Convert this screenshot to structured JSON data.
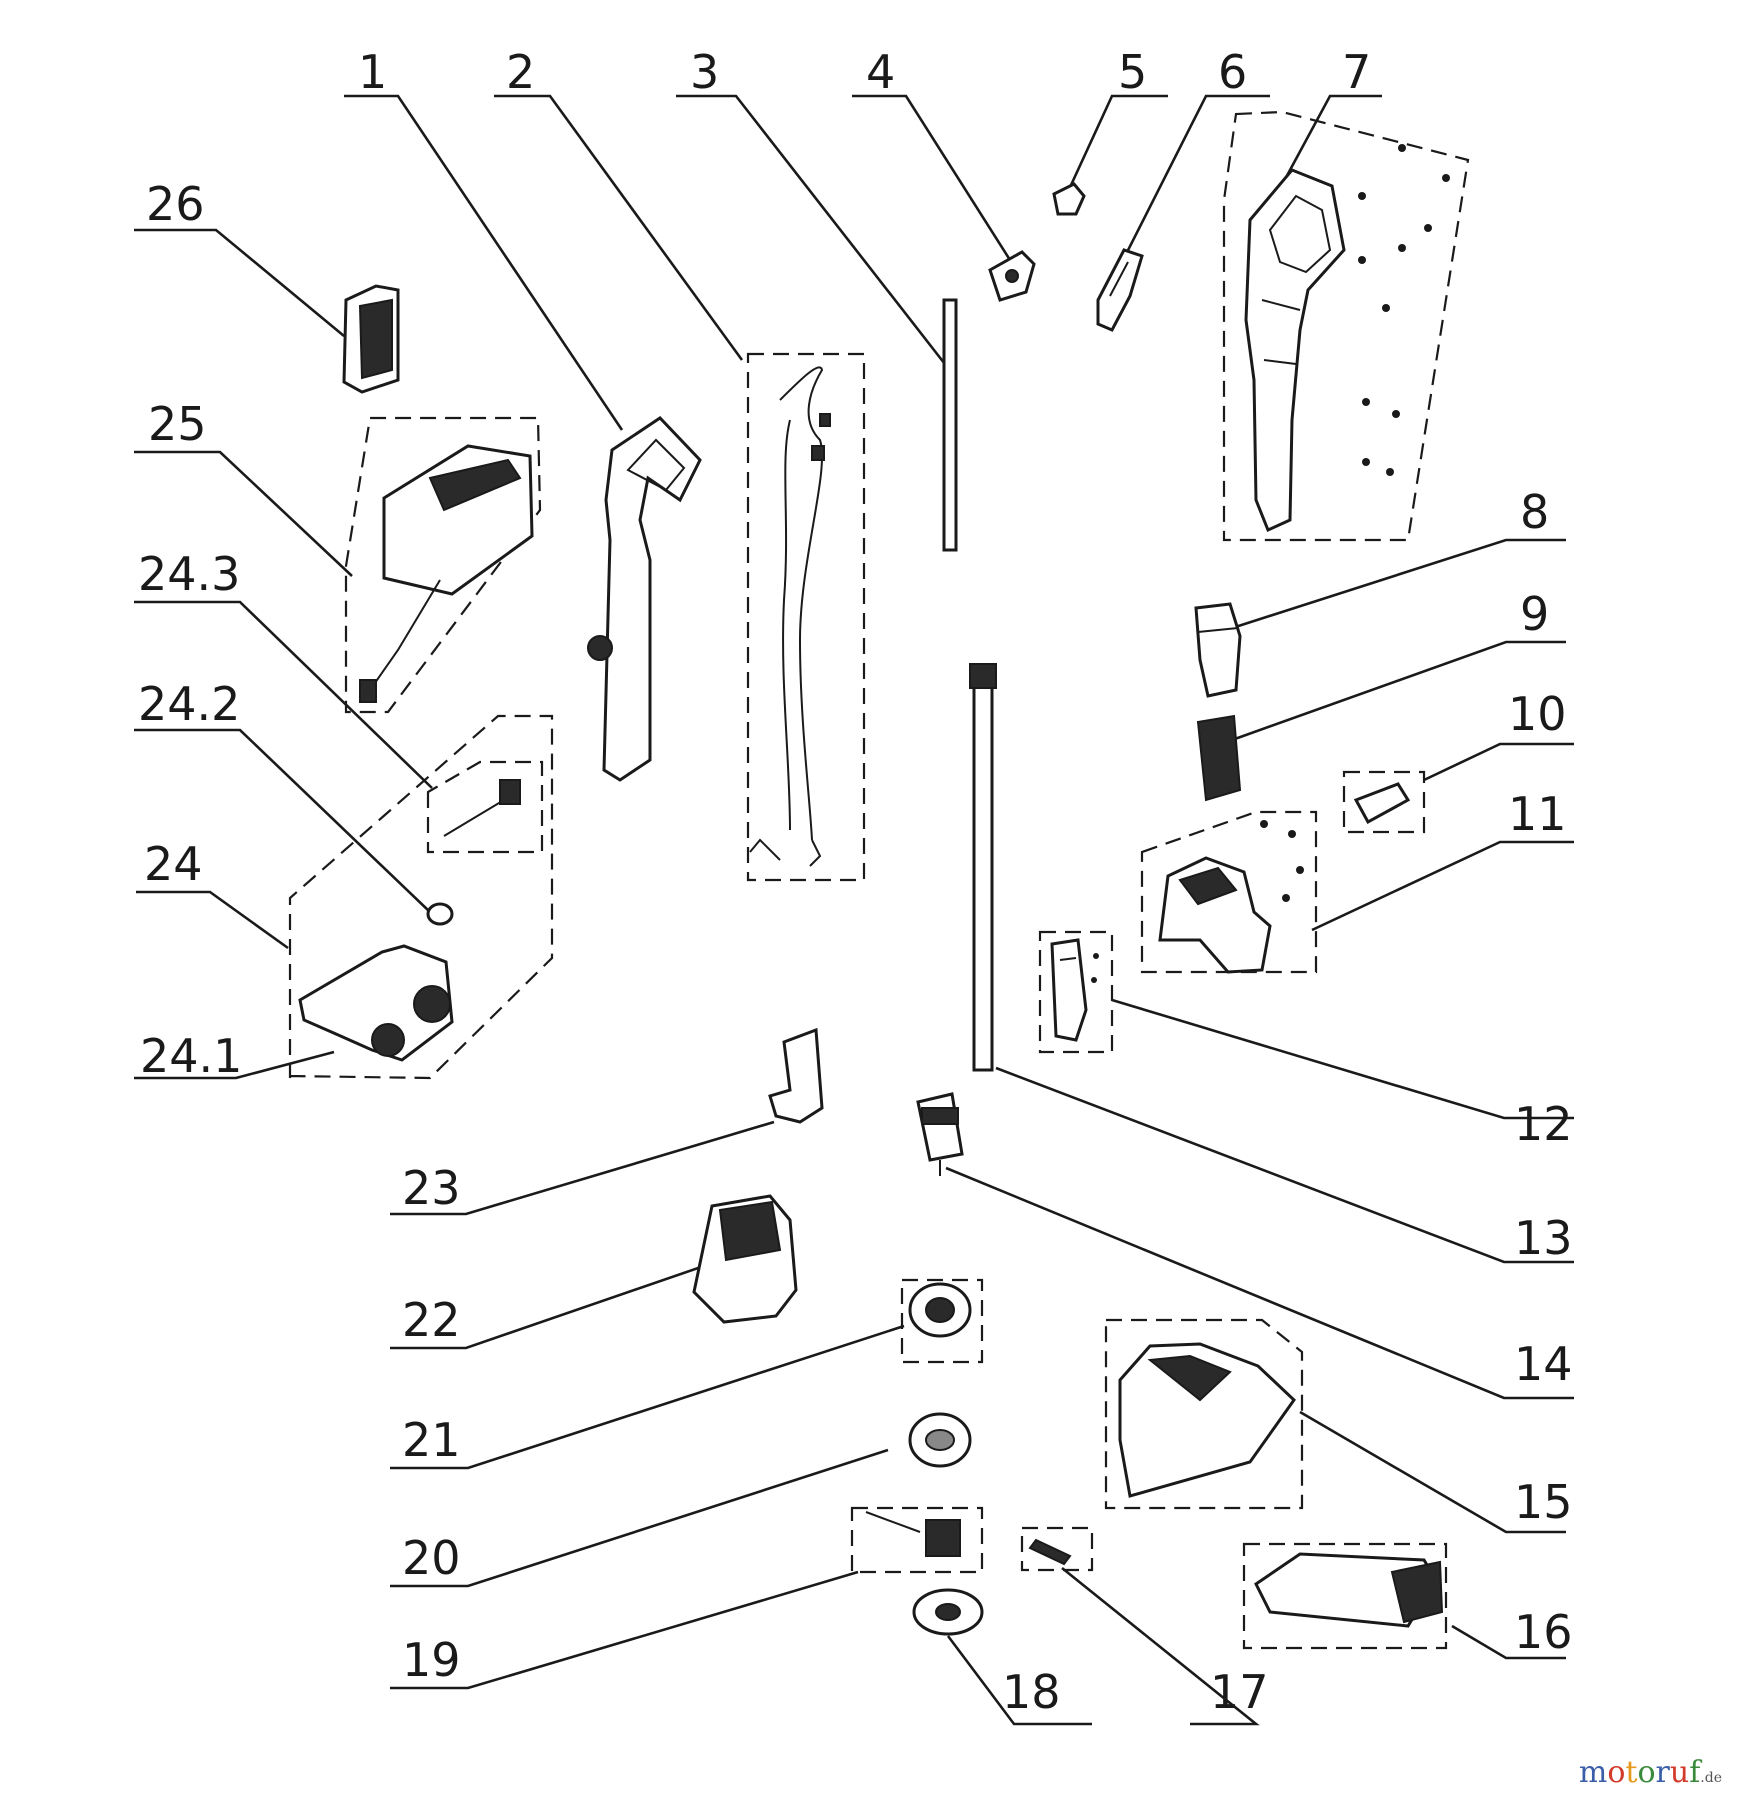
{
  "labels": {
    "p1": "1",
    "p2": "2",
    "p3": "3",
    "p4": "4",
    "p5": "5",
    "p6": "6",
    "p7": "7",
    "p8": "8",
    "p9": "9",
    "p10": "10",
    "p11": "11",
    "p12": "12",
    "p13": "13",
    "p14": "14",
    "p15": "15",
    "p16": "16",
    "p17": "17",
    "p18": "18",
    "p19": "19",
    "p20": "20",
    "p21": "21",
    "p22": "22",
    "p23": "23",
    "p24": "24",
    "p24_1": "24.1",
    "p24_2": "24.2",
    "p24_3": "24.3",
    "p25": "25",
    "p26": "26"
  },
  "watermark": {
    "letters": [
      "m",
      "o",
      "t",
      "o",
      "r",
      "u",
      "f"
    ],
    "colors": [
      "#3b5ea8",
      "#d23a2a",
      "#e59a1c",
      "#3b8a3b",
      "#3b5ea8",
      "#d23a2a",
      "#3b8a3b"
    ],
    "tld": ".de"
  }
}
